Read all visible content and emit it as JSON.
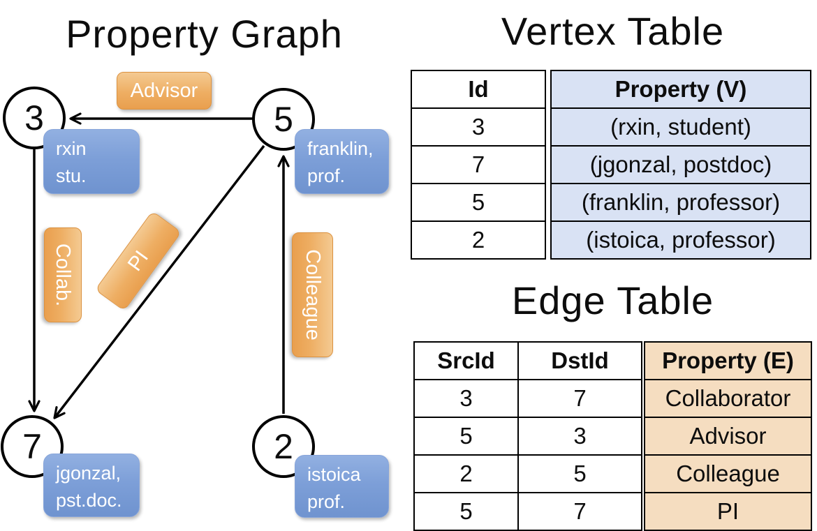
{
  "titles": {
    "graph": "Property Graph",
    "vertex_table": "Vertex Table",
    "edge_table": "Edge Table"
  },
  "graph": {
    "nodes": [
      {
        "id": "3",
        "prop_line1": "rxin",
        "prop_line2": "stu."
      },
      {
        "id": "5",
        "prop_line1": "franklin,",
        "prop_line2": "prof."
      },
      {
        "id": "7",
        "prop_line1": "jgonzal,",
        "prop_line2": "pst.doc."
      },
      {
        "id": "2",
        "prop_line1": "istoica",
        "prop_line2": "prof."
      }
    ],
    "edge_labels": {
      "advisor": "Advisor",
      "collab": "Collab.",
      "pi": "PI",
      "colleague": "Colleague"
    }
  },
  "vertex_table": {
    "headers": {
      "id": "Id",
      "property": "Property (V)"
    },
    "rows": [
      {
        "id": "3",
        "property": "(rxin, student)"
      },
      {
        "id": "7",
        "property": "(jgonzal, postdoc)"
      },
      {
        "id": "5",
        "property": "(franklin, professor)"
      },
      {
        "id": "2",
        "property": "(istoica, professor)"
      }
    ]
  },
  "edge_table": {
    "headers": {
      "src": "SrcId",
      "dst": "DstId",
      "property": "Property (E)"
    },
    "rows": [
      {
        "src": "3",
        "dst": "7",
        "property": "Collaborator"
      },
      {
        "src": "5",
        "dst": "3",
        "property": "Advisor"
      },
      {
        "src": "2",
        "dst": "5",
        "property": "Colleague"
      },
      {
        "src": "5",
        "dst": "7",
        "property": "PI"
      }
    ]
  },
  "colors": {
    "vertex_property_fill": "#d9e2f4",
    "edge_property_fill": "#f5ddc0",
    "node_property_blue_top": "#92b0e1",
    "node_property_blue_bottom": "#6f93cf",
    "edge_label_orange_top": "#f4ca92",
    "edge_label_orange_bottom": "#e99f4e",
    "line_color": "#000000"
  }
}
